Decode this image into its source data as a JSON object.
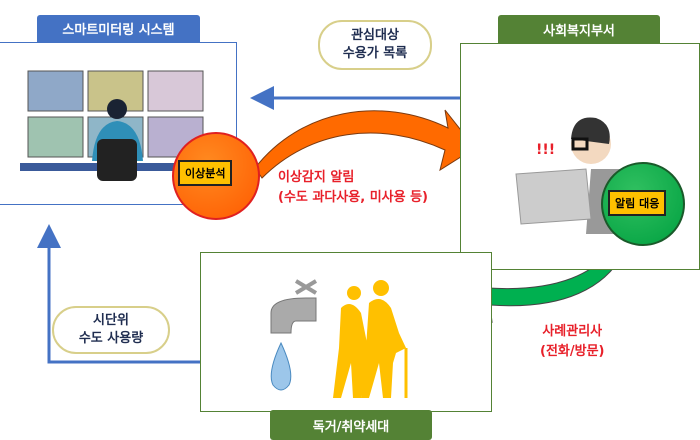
{
  "smart_metering": {
    "title": "스마트미터링 시스템",
    "badge": "이상분석"
  },
  "welfare_dept": {
    "title": "사회복지부서",
    "badge": "알림 대응"
  },
  "household": {
    "title": "독거/취약세대"
  },
  "list_bubble": {
    "line1": "관심대상",
    "line2": "수용가 목록"
  },
  "usage_bubble": {
    "line1": "시단위",
    "line2": "수도 사용량"
  },
  "alert_text": {
    "line1": "이상감지 알림",
    "line2": "(수도 과다사용, 미사용 등)"
  },
  "case_text": {
    "line1": "사례관리사",
    "line2": "(전화/방문)"
  },
  "colors": {
    "blue": "#4472c4",
    "green": "#548235",
    "orange": "#ff6a00",
    "alert_green": "#00b050",
    "red": "#e8202a",
    "yellow": "#ffc000"
  }
}
